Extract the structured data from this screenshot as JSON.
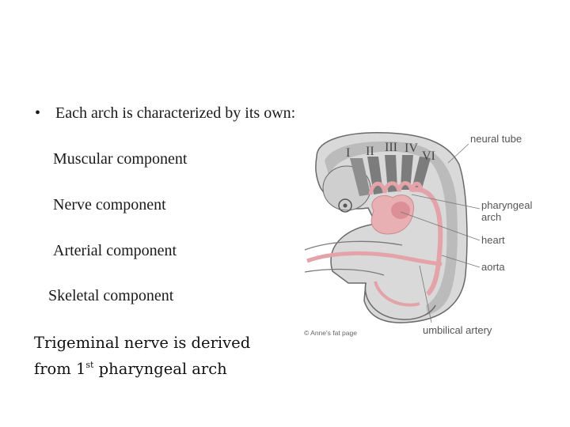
{
  "bullet": {
    "text": "Each arch is characterized by its own:",
    "marker": "•"
  },
  "components": [
    "Muscular component",
    "Nerve component",
    "Arterial component",
    "Skeletal component"
  ],
  "note": {
    "line1": "Trigeminal nerve is derived",
    "line2_prefix": "from 1",
    "line2_sup": "st",
    "line2_suffix": " pharyngeal arch"
  },
  "figure": {
    "arch_numerals": [
      "I",
      "II",
      "III",
      "IV",
      "VI"
    ],
    "labels": {
      "neural_tube": "neural tube",
      "pharyngeal_arch_line1": "pharyngeal",
      "pharyngeal_arch_line2": "arch",
      "heart": "heart",
      "aorta": "aorta",
      "umbilical_artery": "umbilical artery"
    },
    "credit": "© Anne's fat page"
  }
}
